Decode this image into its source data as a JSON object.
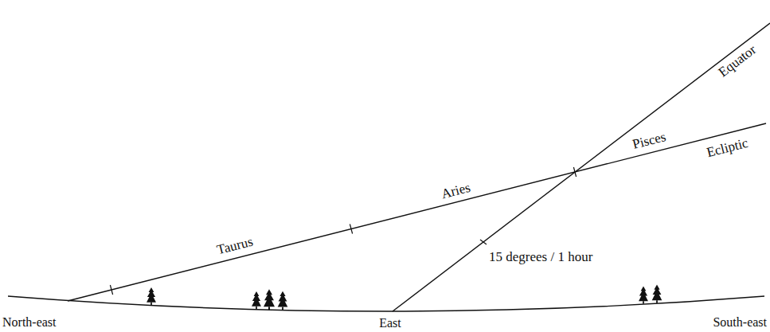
{
  "diagram": {
    "labels": [
      "Equator",
      "Pisces",
      "Ecliptic",
      "Aries",
      "Taurus",
      "15 degrees / 1 hour",
      "North-east",
      "East",
      "South-east"
    ]
  }
}
